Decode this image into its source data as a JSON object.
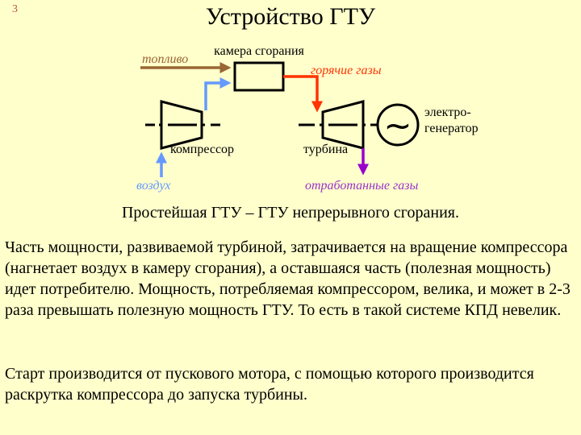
{
  "slide": {
    "number": "3",
    "title": "Устройство ГТУ"
  },
  "diagram": {
    "labels": {
      "combustion_chamber": "камера сгорания",
      "fuel": "топливо",
      "hot_gases": "горячие газы",
      "compressor": "компрессор",
      "turbine": "турбина",
      "generator_line1": "электро-",
      "generator_line2": "генератор",
      "generator_symbol": "~",
      "air": "воздух",
      "exhaust_gases": "отработанные газы"
    },
    "colors": {
      "fuel": "#996633",
      "hot_gases": "#ff3300",
      "air": "#6699ff",
      "exhaust": "#9900cc",
      "italic_label": "#9933cc"
    }
  },
  "caption": "Простейшая ГТУ – ГТУ непрерывного сгорания.",
  "paragraphs": [
    "Часть мощности, развиваемой турбиной, затрачивается на вращение компрессора (нагнетает воздух в камеру сгорания), а оставшаяся часть (полезная мощность) идет потребителю. Мощность, потребляемая компрессором, велика, и может в 2-3 раза превышать полезную мощность ГТУ. То есть в такой системе КПД невелик.",
    "Старт производится от пускового мотора, с помощью которого производится раскрутка компрессора до запуска турбины."
  ]
}
